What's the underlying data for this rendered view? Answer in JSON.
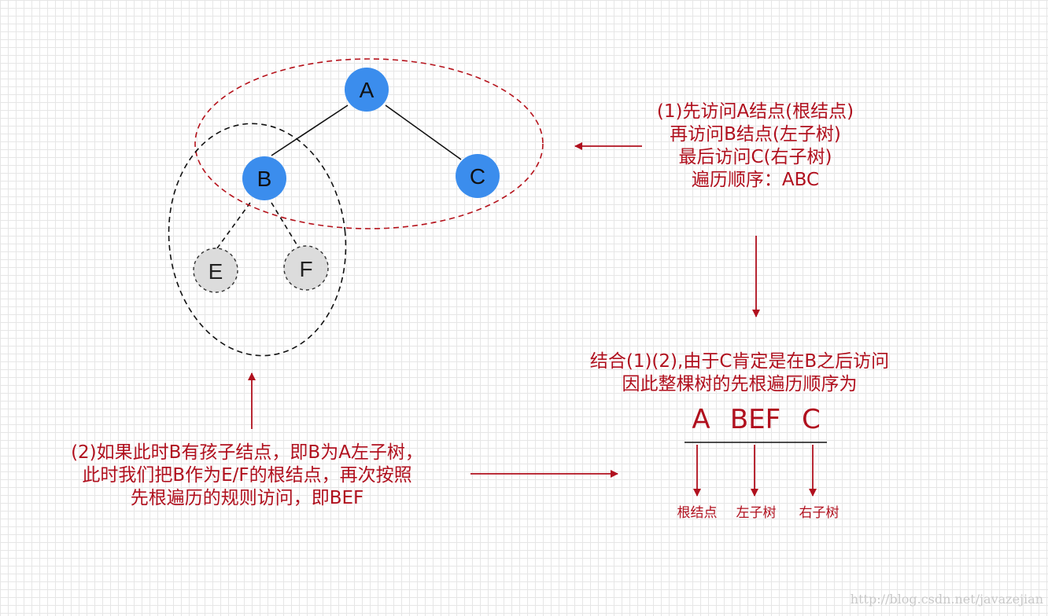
{
  "nodes": {
    "A": "A",
    "B": "B",
    "C": "C",
    "E": "E",
    "F": "F"
  },
  "note1": {
    "line1": "(1)先访问A结点(根结点)",
    "line2": "再访问B结点(左子树)",
    "line3": "最后访问C(右子树)",
    "line4": "遍历顺序：ABC"
  },
  "note2": {
    "line1": "(2)如果此时B有孩子结点，即B为A左子树，",
    "line2": "此时我们把B作为E/F的根结点，再次按照",
    "line3": "先根遍历的规则访问，即BEF"
  },
  "note3": {
    "line1": "结合(1)(2),由于C肯定是在B之后访问",
    "line2": "因此整棵树的先根遍历顺序为"
  },
  "sequence": {
    "root": "A",
    "left": "BEF",
    "right": "C"
  },
  "labels": {
    "root": "根结点",
    "left": "左子树",
    "right": "右子树"
  },
  "watermark": "http://blog.csdn.net/javazejian",
  "colors": {
    "node_fill": "#3b8ded",
    "leaf_fill": "#dcdcdc",
    "accent_red": "#b0101e",
    "ellipse_red": "#b5121b"
  }
}
